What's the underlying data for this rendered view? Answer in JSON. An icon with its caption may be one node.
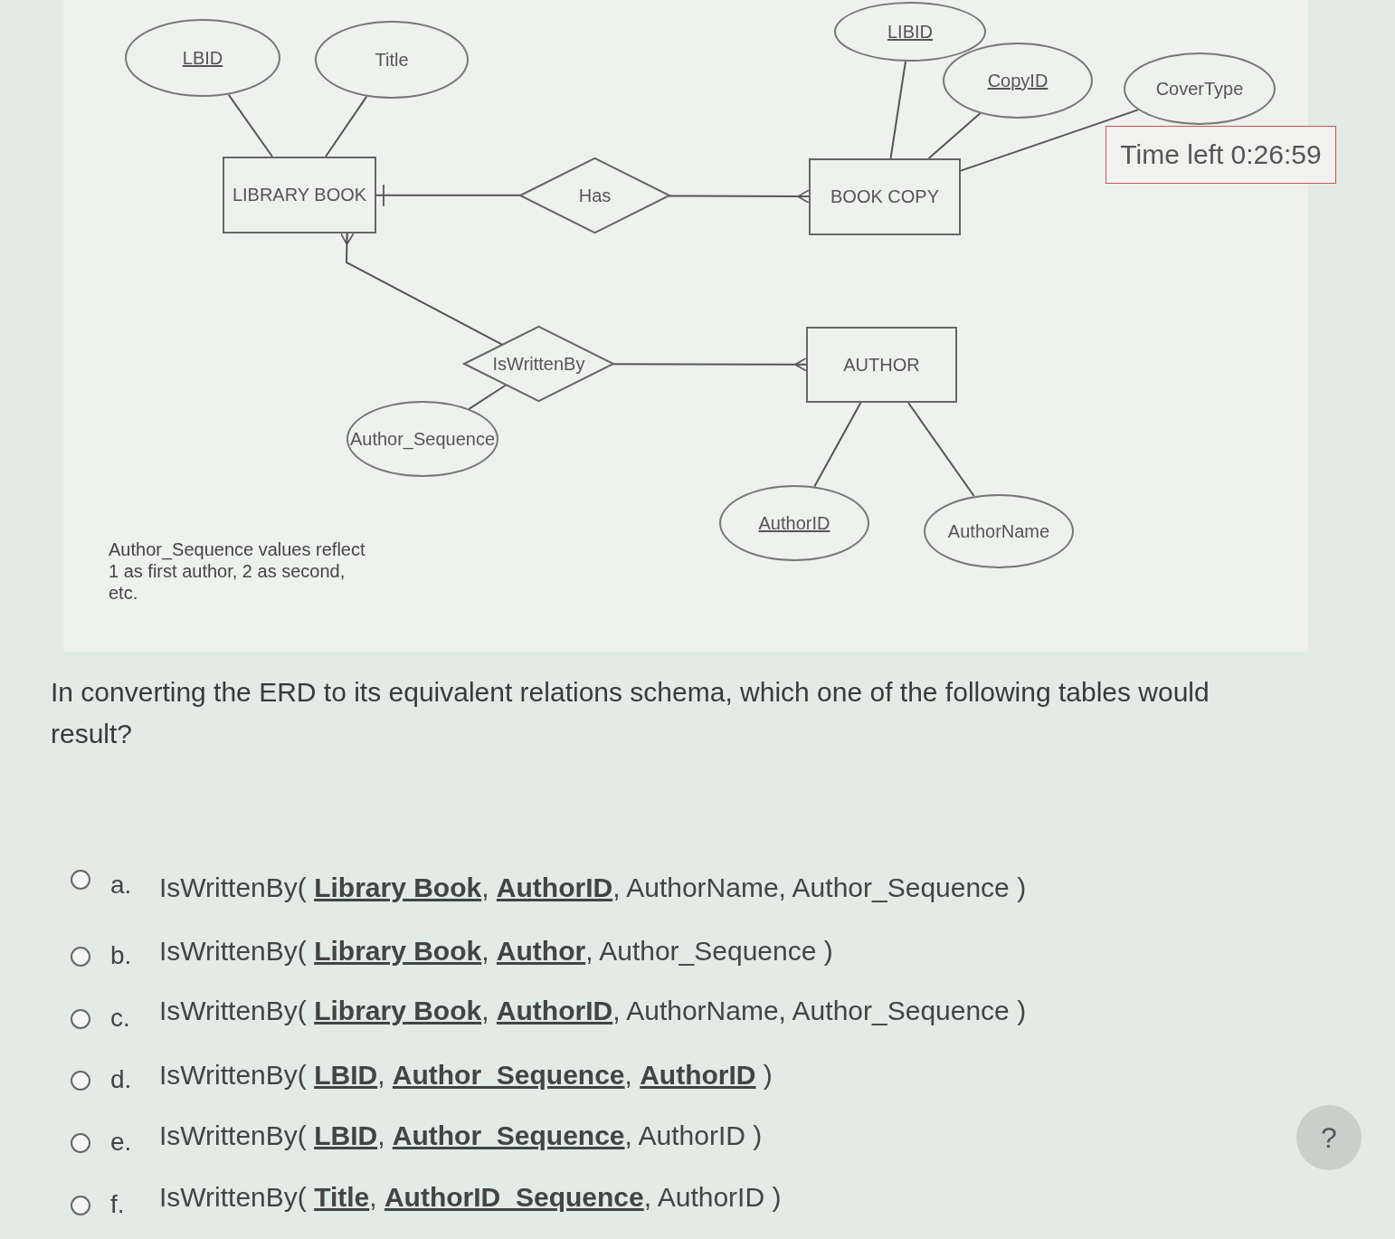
{
  "diagram": {
    "nodes": [
      {
        "text": [
          "LBID"
        ]
      },
      {
        "text": [
          "Title"
        ]
      },
      {
        "text": [
          "LIBRARY BOOK"
        ]
      },
      {
        "text": [
          "Has"
        ]
      },
      {
        "text": [
          "LIBID"
        ]
      },
      {
        "text": [
          "CopyID"
        ]
      },
      {
        "text": [
          "CoverType"
        ]
      },
      {
        "text": [
          "BOOK COPY"
        ]
      },
      {
        "text": [
          "IsWrittenBy"
        ]
      },
      {
        "text": [
          "AUTHOR"
        ]
      },
      {
        "text": [
          "Author_Sequence"
        ]
      },
      {
        "text": [
          "AuthorID"
        ]
      },
      {
        "text": [
          "AuthorName"
        ]
      }
    ],
    "edges": [
      {
        "from": 0,
        "to": 2,
        "arrow": "none"
      },
      {
        "from": 1,
        "to": 2,
        "arrow": "none"
      },
      {
        "from": 2,
        "to": 3,
        "arrow": "other"
      },
      {
        "from": 3,
        "to": 7,
        "arrow": "other"
      },
      {
        "from": 4,
        "to": 7,
        "arrow": "none"
      },
      {
        "from": 5,
        "to": 7,
        "arrow": "none"
      },
      {
        "from": 6,
        "to": 7,
        "arrow": "none"
      },
      {
        "from": 2,
        "to": 8,
        "arrow": "other"
      },
      {
        "from": 8,
        "to": 9,
        "arrow": "other"
      },
      {
        "from": 8,
        "to": 10,
        "arrow": "none"
      },
      {
        "from": 9,
        "to": 11,
        "arrow": "none"
      },
      {
        "from": 9,
        "to": 12,
        "arrow": "none"
      }
    ],
    "labels": [
      "Time left 0:26:59",
      "Author_Sequence values reflect 1 as first author, 2 as second, etc.",
      "In converting the ERD to its equivalent relations schema, which one of the following tables would result?",
      "a.",
      "IsWrittenBy( **Library Book**, **AuthorID**, AuthorName, Author_Sequence )",
      "b.",
      "IsWrittenBy( **Library Book**, **Author**, Author_Sequence )",
      "c.",
      "IsWrittenBy( **Library Book**, **AuthorID**, AuthorName, Author_Sequence )",
      "d.",
      "IsWrittenBy( **LBID**, **Author_Sequence**, **AuthorID** )",
      "e.",
      "IsWrittenBy( **LBID**, **Author_Sequence**, AuthorID )",
      "f.",
      "IsWrittenBy( **Title**, **AuthorID_Sequence**, AuthorID )",
      "?"
    ]
  }
}
